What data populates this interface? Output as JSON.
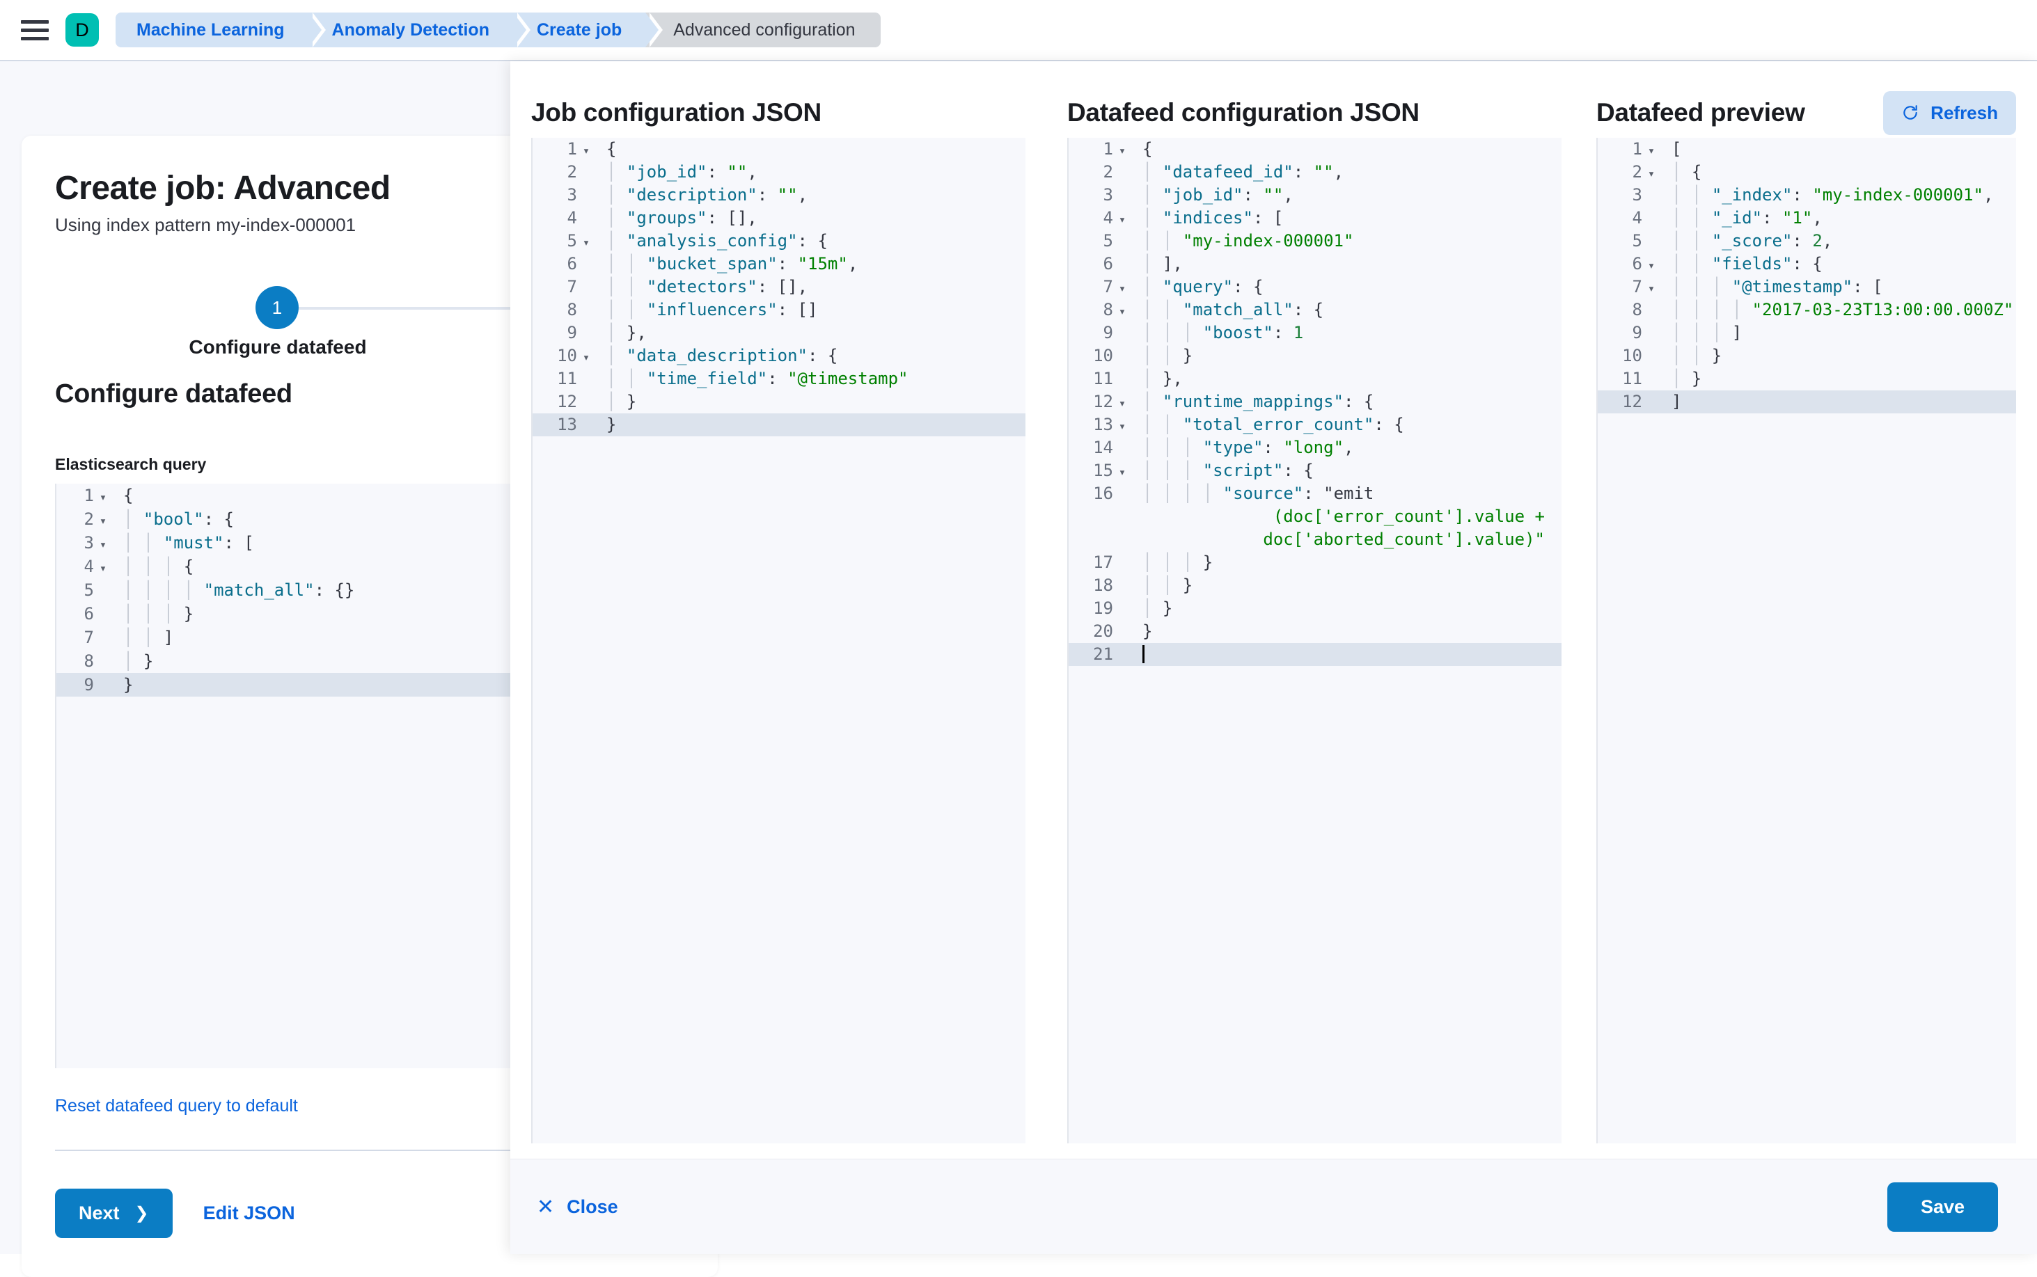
{
  "chrome": {
    "menu_icon": "hamburger-icon",
    "avatar_letter": "D",
    "breadcrumbs": [
      {
        "label": "Machine Learning",
        "active": false
      },
      {
        "label": "Anomaly Detection",
        "active": false
      },
      {
        "label": "Create job",
        "active": false
      },
      {
        "label": "Advanced configuration",
        "active": true
      }
    ]
  },
  "page": {
    "title": "Create job: Advanced",
    "subtitle": "Using index pattern my-index-000001",
    "step_number": "1",
    "step_label": "Configure datafeed",
    "section_title": "Configure datafeed",
    "query_field_label": "Elasticsearch query",
    "reset_link": "Reset datafeed query to default",
    "next_label": "Next",
    "next_chevron": "chevron-right-icon",
    "edit_json_label": "Edit JSON",
    "query_editor_lines": [
      {
        "n": "1",
        "fold": "▾",
        "active": false,
        "code": "{"
      },
      {
        "n": "2",
        "fold": "▾",
        "active": false,
        "code": "  \"bool\": {"
      },
      {
        "n": "3",
        "fold": "▾",
        "active": false,
        "code": "    \"must\": ["
      },
      {
        "n": "4",
        "fold": "▾",
        "active": false,
        "code": "      {"
      },
      {
        "n": "5",
        "fold": "",
        "active": false,
        "code": "        \"match_all\": {}"
      },
      {
        "n": "6",
        "fold": "",
        "active": false,
        "code": "      }"
      },
      {
        "n": "7",
        "fold": "",
        "active": false,
        "code": "    ]"
      },
      {
        "n": "8",
        "fold": "",
        "active": false,
        "code": "  }"
      },
      {
        "n": "9",
        "fold": "",
        "active": true,
        "code": "}"
      }
    ]
  },
  "flyout": {
    "columns": [
      {
        "id": "job",
        "title": "Job configuration JSON",
        "lines": [
          {
            "n": "1",
            "fold": "▾",
            "active": false,
            "code": "{"
          },
          {
            "n": "2",
            "fold": "",
            "active": false,
            "code": "  \"job_id\": \"\","
          },
          {
            "n": "3",
            "fold": "",
            "active": false,
            "code": "  \"description\": \"\","
          },
          {
            "n": "4",
            "fold": "",
            "active": false,
            "code": "  \"groups\": [],"
          },
          {
            "n": "5",
            "fold": "▾",
            "active": false,
            "code": "  \"analysis_config\": {"
          },
          {
            "n": "6",
            "fold": "",
            "active": false,
            "code": "    \"bucket_span\": \"15m\","
          },
          {
            "n": "7",
            "fold": "",
            "active": false,
            "code": "    \"detectors\": [],"
          },
          {
            "n": "8",
            "fold": "",
            "active": false,
            "code": "    \"influencers\": []"
          },
          {
            "n": "9",
            "fold": "",
            "active": false,
            "code": "  },"
          },
          {
            "n": "10",
            "fold": "▾",
            "active": false,
            "code": "  \"data_description\": {"
          },
          {
            "n": "11",
            "fold": "",
            "active": false,
            "code": "    \"time_field\": \"@timestamp\""
          },
          {
            "n": "12",
            "fold": "",
            "active": false,
            "code": "  }"
          },
          {
            "n": "13",
            "fold": "",
            "active": true,
            "code": "}"
          }
        ]
      },
      {
        "id": "datafeed",
        "title": "Datafeed configuration JSON",
        "lines": [
          {
            "n": "1",
            "fold": "▾",
            "active": false,
            "code": "{"
          },
          {
            "n": "2",
            "fold": "",
            "active": false,
            "code": "  \"datafeed_id\": \"\","
          },
          {
            "n": "3",
            "fold": "",
            "active": false,
            "code": "  \"job_id\": \"\","
          },
          {
            "n": "4",
            "fold": "▾",
            "active": false,
            "code": "  \"indices\": ["
          },
          {
            "n": "5",
            "fold": "",
            "active": false,
            "code": "    \"my-index-000001\""
          },
          {
            "n": "6",
            "fold": "",
            "active": false,
            "code": "  ],"
          },
          {
            "n": "7",
            "fold": "▾",
            "active": false,
            "code": "  \"query\": {"
          },
          {
            "n": "8",
            "fold": "▾",
            "active": false,
            "code": "    \"match_all\": {"
          },
          {
            "n": "9",
            "fold": "",
            "active": false,
            "code": "      \"boost\": 1"
          },
          {
            "n": "10",
            "fold": "",
            "active": false,
            "code": "    }"
          },
          {
            "n": "11",
            "fold": "",
            "active": false,
            "code": "  },"
          },
          {
            "n": "12",
            "fold": "▾",
            "active": false,
            "code": "  \"runtime_mappings\": {"
          },
          {
            "n": "13",
            "fold": "▾",
            "active": false,
            "code": "    \"total_error_count\": {"
          },
          {
            "n": "14",
            "fold": "",
            "active": false,
            "code": "      \"type\": \"long\","
          },
          {
            "n": "15",
            "fold": "▾",
            "active": false,
            "code": "      \"script\": {"
          },
          {
            "n": "16",
            "fold": "",
            "active": false,
            "code": "        \"source\": \"emit(doc['error_count'].value + doc['aborted_count'].value)\"",
            "wrap": 3
          },
          {
            "n": "17",
            "fold": "",
            "active": false,
            "code": "      }"
          },
          {
            "n": "18",
            "fold": "",
            "active": false,
            "code": "    }"
          },
          {
            "n": "19",
            "fold": "",
            "active": false,
            "code": "  }"
          },
          {
            "n": "20",
            "fold": "",
            "active": false,
            "code": "}"
          },
          {
            "n": "21",
            "fold": "",
            "active": true,
            "code": "",
            "caret": true
          }
        ]
      },
      {
        "id": "preview",
        "title": "Datafeed preview",
        "refresh_label": "Refresh",
        "refresh_icon": "refresh-icon",
        "lines": [
          {
            "n": "1",
            "fold": "▾",
            "active": false,
            "code": "["
          },
          {
            "n": "2",
            "fold": "▾",
            "active": false,
            "code": "  {"
          },
          {
            "n": "3",
            "fold": "",
            "active": false,
            "code": "    \"_index\": \"my-index-000001\","
          },
          {
            "n": "4",
            "fold": "",
            "active": false,
            "code": "    \"_id\": \"1\","
          },
          {
            "n": "5",
            "fold": "",
            "active": false,
            "code": "    \"_score\": 2,"
          },
          {
            "n": "6",
            "fold": "▾",
            "active": false,
            "code": "    \"fields\": {"
          },
          {
            "n": "7",
            "fold": "▾",
            "active": false,
            "code": "      \"@timestamp\": ["
          },
          {
            "n": "8",
            "fold": "",
            "active": false,
            "code": "        \"2017-03-23T13:00:00.000Z\""
          },
          {
            "n": "9",
            "fold": "",
            "active": false,
            "code": "      ]"
          },
          {
            "n": "10",
            "fold": "",
            "active": false,
            "code": "    }"
          },
          {
            "n": "11",
            "fold": "",
            "active": false,
            "code": "  }"
          },
          {
            "n": "12",
            "fold": "",
            "active": true,
            "code": "]"
          }
        ]
      }
    ],
    "footer": {
      "close_label": "Close",
      "close_icon": "close-x-icon",
      "save_label": "Save"
    }
  },
  "colors": {
    "primary_blue": "#0b7dc4",
    "link_blue": "#0b64dd",
    "breadcrumb_bg": "#d3e3f5",
    "breadcrumb_active_bg": "#d6d9dd",
    "avatar_teal": "#00bfb3",
    "editor_bg": "#f7f8fc",
    "active_line": "#dce3ed",
    "json_key": "#0a6e8c",
    "json_string": "#008000"
  }
}
